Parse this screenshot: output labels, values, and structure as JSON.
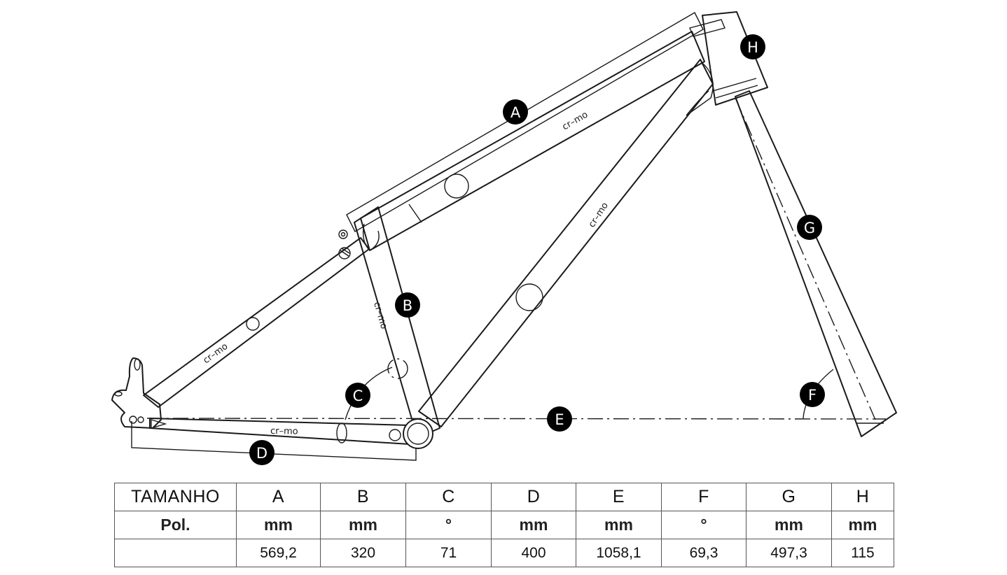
{
  "diagram": {
    "tube_labels": {
      "top_tube": "cr–mo",
      "down_tube": "cr–mo",
      "seat_tube": "cr–mo",
      "seat_stay": "cr–mo",
      "chain_stay": "cr–mo"
    },
    "markers": {
      "A": "A",
      "B": "B",
      "C": "C",
      "D": "D",
      "E": "E",
      "F": "F",
      "G": "G",
      "H": "H"
    }
  },
  "table": {
    "columns": [
      "TAMANHO",
      "A",
      "B",
      "C",
      "D",
      "E",
      "F",
      "G",
      "H"
    ],
    "units": [
      "Pol.",
      "mm",
      "mm",
      "°",
      "mm",
      "mm",
      "°",
      "mm",
      "mm"
    ],
    "values": [
      "",
      "569,2",
      "320",
      "71",
      "400",
      "1058,1",
      "69,3",
      "497,3",
      "115"
    ]
  }
}
